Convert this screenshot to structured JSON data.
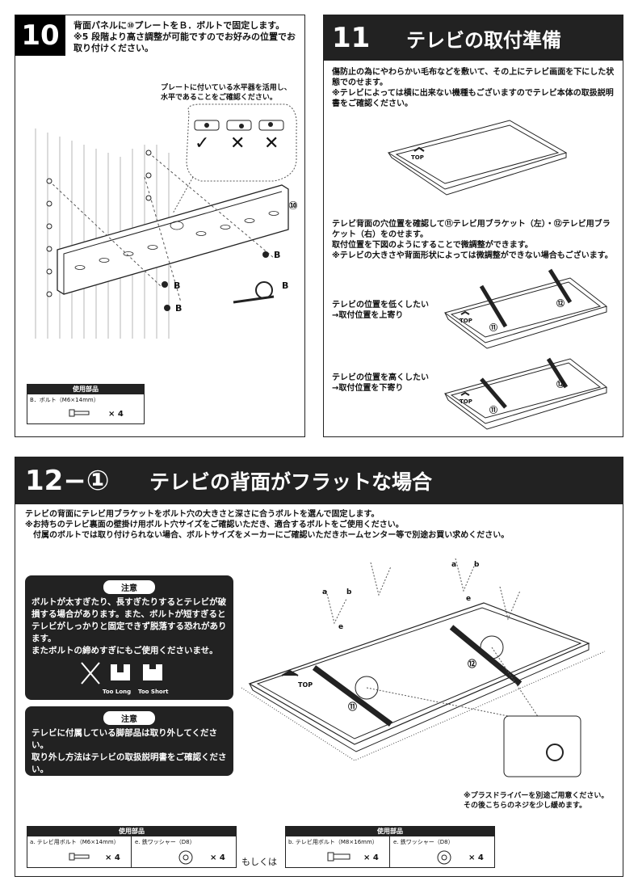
{
  "step10": {
    "number": "10",
    "text": "背面パネルに⑩プレートをＢ．ボルトで固定します。\n※5 段階より高さ調整が可能ですのでお好みの位置でお取り付けください。",
    "level_note": "プレートに付いている水平器を活用し、水平であることをご確認ください。",
    "marks": [
      "✓",
      "✕",
      "✕"
    ],
    "plate_label": "⑩",
    "bolt_label": "B",
    "parts": {
      "header": "使用部品",
      "item": "B．ボルト（M6×14mm）",
      "qty": "× 4"
    }
  },
  "step11": {
    "number": "11",
    "title": "テレビの取付準備",
    "text1": "傷防止の為にやわらかい毛布などを敷いて、その上にテレビ画面を下にした状態でのせます。\n※テレビによっては横に出来ない機種もございますのでテレビ本体の取扱説明書をご確認ください。",
    "text2": "テレビ背面の穴位置を確認して⑪テレビ用ブラケット（左）・⑫テレビ用ブラケット（右）をのせます。\n取付位置を下図のようにすることで微調整ができます。\n※テレビの大きさや背面形状によっては微調整ができない場合もございます。",
    "case_low": "テレビの位置を低くしたい\n→取付位置を上寄り",
    "case_high": "テレビの位置を高くしたい\n→取付位置を下寄り",
    "top_label": "TOP",
    "left_label": "⑪",
    "right_label": "⑫"
  },
  "step12": {
    "number": "12−①",
    "title": "テレビの背面がフラットな場合",
    "intro": "テレビの背面にテレビ用ブラケットをボルト穴の大きさと深さに合うボルトを選んで固定します。\n※お持ちのテレビ裏面の壁掛け用ボルト穴サイズをご確認いただき、適合するボルトをご使用ください。\n　付属のボルトでは取り付けられない場合、ボルトサイズをメーカーにご確認いただきホームセンター等で別途お買い求めください。",
    "caution1": {
      "label": "注意",
      "text": "ボルトが太すぎたり、長すぎたりするとテレビが破損する場合があります。また、ボルトが短すぎるとテレビがしっかりと固定できず脱落する恐れがあります。\nまたボルトの締めすぎにもご使用くださいませ。",
      "too_long": "Too Long",
      "too_short": "Too Short"
    },
    "caution2": {
      "label": "注意",
      "text": "テレビに付属している脚部品は取り外してください。\n取り外し方法はテレビの取扱説明書をご確認ください。"
    },
    "screwdriver_note": "※プラスドライバーを別途ご用意ください。\nその後こちらのネジを少し緩めます。",
    "diagram_labels": {
      "a": "a",
      "b": "b",
      "e": "e",
      "left": "⑪",
      "right": "⑫",
      "top": "TOP"
    },
    "parts_left": {
      "header": "使用部品",
      "item1": "a. テレビ用ボルト（M6×14mm）",
      "qty1": "× 4",
      "item2": "e. 鉄ワッシャー（D8）",
      "qty2": "× 4"
    },
    "or_text": "もしくは",
    "parts_right": {
      "header": "使用部品",
      "item1": "b. テレビ用ボルト（M8×16mm）",
      "qty1": "× 4",
      "item2": "e. 鉄ワッシャー（D8）",
      "qty2": "× 4"
    }
  },
  "colors": {
    "ink": "#111111",
    "panel_dark": "#222222",
    "paper": "#ffffff"
  }
}
